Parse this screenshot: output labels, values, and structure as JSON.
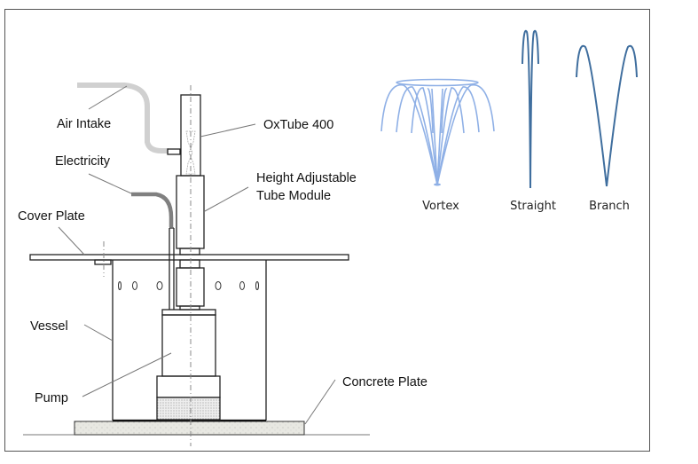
{
  "labels": {
    "air_intake": "Air Intake",
    "oxtube": "OxTube 400",
    "electricity": "Electricity",
    "height_adjustable_1": "Height Adjustable",
    "height_adjustable_2": "Tube Module",
    "cover_plate": "Cover Plate",
    "vessel": "Vessel",
    "pump": "Pump",
    "concrete_plate": "Concrete Plate"
  },
  "jet_patterns": {
    "vortex": "Vortex",
    "straight": "Straight",
    "branch": "Branch"
  },
  "colors": {
    "vortex": "#8fb0e6",
    "straight_branch": "#3f6e9e",
    "air_hose": "#d0d0d0",
    "cable": "#808080"
  }
}
